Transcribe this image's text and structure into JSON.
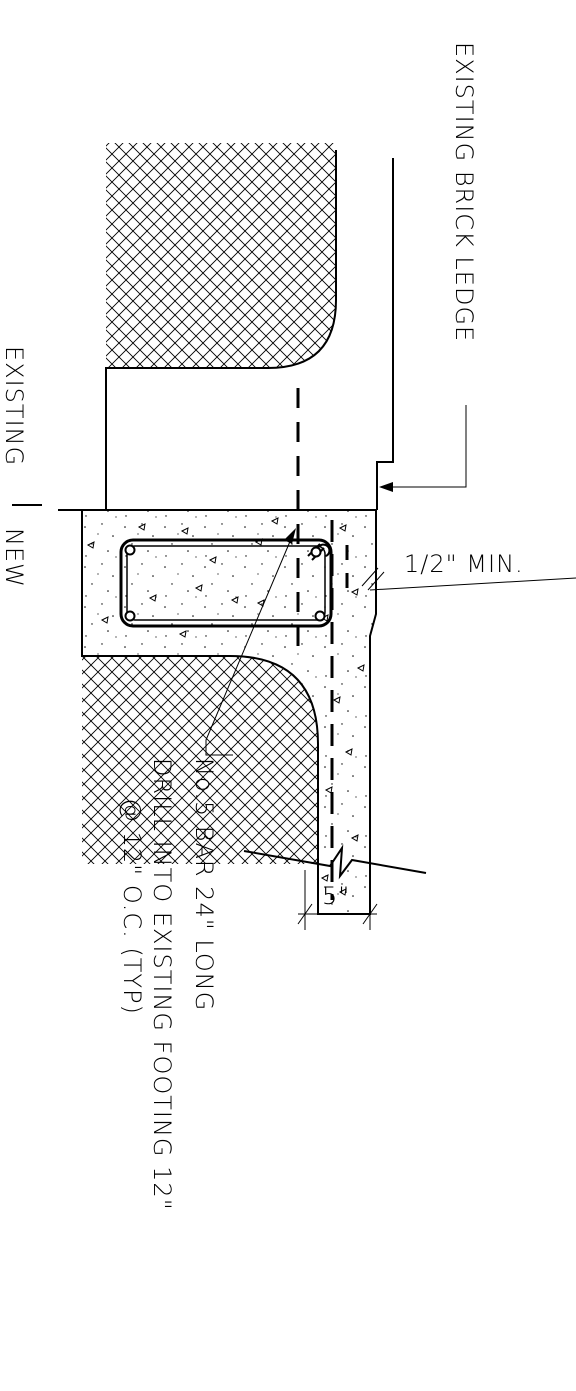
{
  "labels": {
    "brick_ledge": "EXISTING BRICK LEDGE",
    "existing": "EXISTING",
    "new": "NEW",
    "min_gap": "1/2\" MIN.",
    "dim_width": "5\"",
    "rebar_note_line1": "No.5 BAR 24\" LONG",
    "rebar_note_line2": "DRILL INTO EXISTING FOOTING 12\"",
    "rebar_note_line3": "@ 12\" O.C. (TYP)"
  },
  "colors": {
    "line": "#000000",
    "background": "#ffffff"
  }
}
